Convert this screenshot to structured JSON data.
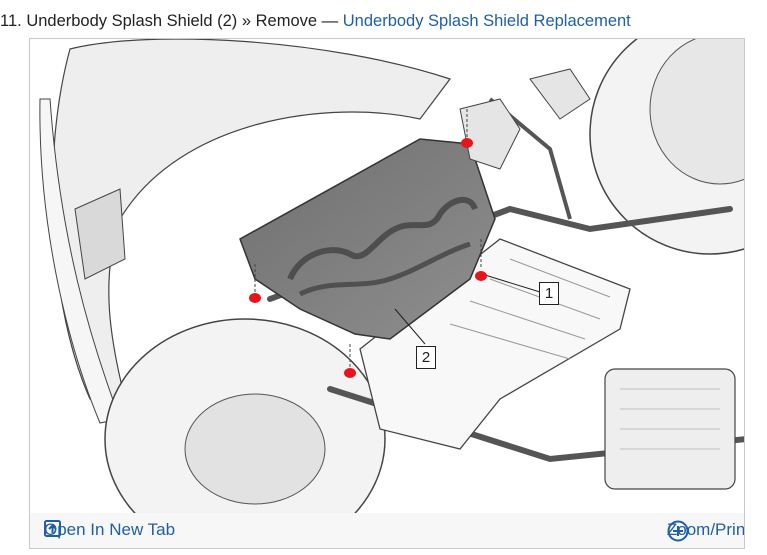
{
  "step": {
    "number": "11.",
    "title": "Underbody Splash Shield (2) » Remove",
    "separator": "—",
    "link_label": "Underbody Splash Shield Replacement"
  },
  "figure": {
    "callouts": [
      "1",
      "2"
    ]
  },
  "actions": {
    "open_new_tab_label": "Open In New Tab",
    "open_new_tab_icon": "open-in-new-tab-icon",
    "zoom_print_label": "Zoom/Print",
    "zoom_print_icon": "plus-circle-icon"
  },
  "colors": {
    "link": "#1f5fa8",
    "fastener_marker": "#e8141b"
  }
}
